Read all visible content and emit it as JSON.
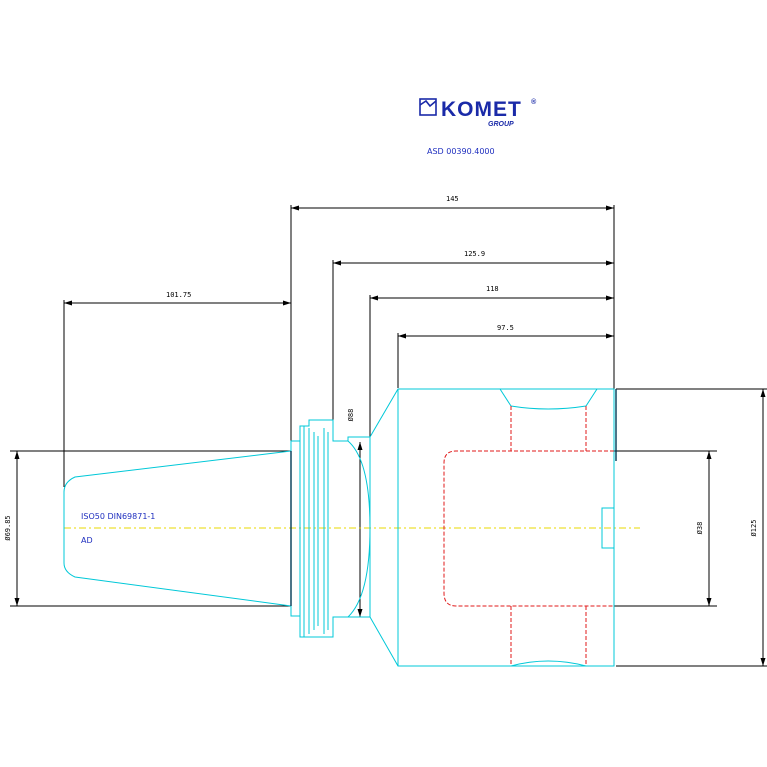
{
  "logo": {
    "brand": "KOMET",
    "trademark": "®",
    "group": "GROUP"
  },
  "part_number": "ASD 00390.4000",
  "standard": {
    "line1": "ISO50 DIN69871-1",
    "line2": "AD"
  },
  "dimensions": {
    "overall_length": "145",
    "length_125": "125.9",
    "length_118": "118",
    "length_97": "97.5",
    "taper_length": "101.75",
    "taper_diameter": "Ø69.85",
    "flange_diameter": "Ø88",
    "bore_diameter": "Ø38",
    "body_diameter": "Ø125"
  },
  "colors": {
    "outline": "#00c8d8",
    "bore": "#e01a1a",
    "dims": "#000000",
    "text": "#1f2fbf",
    "axis": "#e8d800"
  }
}
